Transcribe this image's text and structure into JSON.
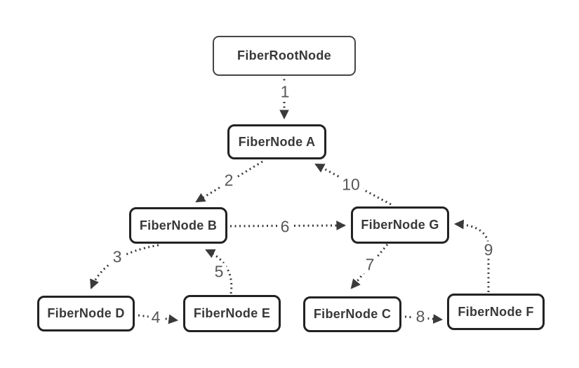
{
  "diagram": {
    "name": "fiber-tree-traversal",
    "colors": {
      "background": "#ffffff",
      "node_border": "#222222",
      "root_node_border": "#454545",
      "node_text": "#383838",
      "edge_stroke": "#3a3a3a",
      "edge_label_text": "#575757"
    },
    "nodes": [
      {
        "id": "fiber-root-node",
        "label": "FiberRootNode"
      },
      {
        "id": "fiber-node-a",
        "label": "FiberNode A"
      },
      {
        "id": "fiber-node-b",
        "label": "FiberNode B"
      },
      {
        "id": "fiber-node-g",
        "label": "FiberNode G"
      },
      {
        "id": "fiber-node-d",
        "label": "FiberNode D"
      },
      {
        "id": "fiber-node-e",
        "label": "FiberNode E"
      },
      {
        "id": "fiber-node-c",
        "label": "FiberNode C"
      },
      {
        "id": "fiber-node-f",
        "label": "FiberNode F"
      }
    ],
    "edges": [
      {
        "order": "1",
        "from": "FiberRootNode",
        "to": "FiberNode A"
      },
      {
        "order": "2",
        "from": "FiberNode A",
        "to": "FiberNode B"
      },
      {
        "order": "3",
        "from": "FiberNode B",
        "to": "FiberNode D"
      },
      {
        "order": "4",
        "from": "FiberNode D",
        "to": "FiberNode E"
      },
      {
        "order": "5",
        "from": "FiberNode E",
        "to": "FiberNode B"
      },
      {
        "order": "6",
        "from": "FiberNode B",
        "to": "FiberNode G"
      },
      {
        "order": "7",
        "from": "FiberNode G",
        "to": "FiberNode C"
      },
      {
        "order": "8",
        "from": "FiberNode C",
        "to": "FiberNode F"
      },
      {
        "order": "9",
        "from": "FiberNode F",
        "to": "FiberNode G"
      },
      {
        "order": "10",
        "from": "FiberNode G",
        "to": "FiberNode A"
      }
    ]
  }
}
